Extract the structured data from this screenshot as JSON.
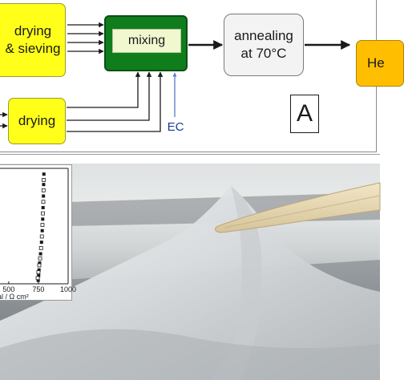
{
  "panel_a": {
    "boxes": {
      "drying_sieving": "drying\n& sieving",
      "drying": "drying",
      "mixing": "mixing",
      "annealing": "annealing\nat 70°C",
      "hot_partial": "He"
    },
    "ec_label": "EC",
    "panel_label": "A",
    "colors": {
      "yellow": "#ffff1a",
      "mixing_green": "#0f7d1c",
      "annealing_gray": "#f3f3f3",
      "orange": "#ffbf00",
      "ec_blue": "#1a3a9a"
    }
  },
  "chart_data": {
    "type": "scatter",
    "title": "",
    "xlabel": "al / Ω cm²",
    "ylabel": "",
    "xlim": [
      420,
      1000
    ],
    "ylim": [
      0,
      1
    ],
    "x_tick_labels": [
      "500",
      "750",
      "1000"
    ],
    "x_ticks": [
      500,
      750,
      1000
    ],
    "series": [
      {
        "marker": "filled-square",
        "points": [
          [
            748,
            0.03
          ],
          [
            752,
            0.07
          ],
          [
            755,
            0.12
          ],
          [
            760,
            0.18
          ],
          [
            768,
            0.26
          ],
          [
            776,
            0.36
          ],
          [
            782,
            0.46
          ],
          [
            786,
            0.56
          ],
          [
            789,
            0.66
          ],
          [
            792,
            0.76
          ],
          [
            794,
            0.86
          ],
          [
            796,
            0.95
          ]
        ]
      },
      {
        "marker": "open-square",
        "points": [
          [
            744,
            0.05
          ],
          [
            750,
            0.1
          ],
          [
            757,
            0.16
          ],
          [
            764,
            0.22
          ],
          [
            772,
            0.31
          ],
          [
            779,
            0.41
          ],
          [
            784,
            0.51
          ],
          [
            788,
            0.61
          ],
          [
            791,
            0.71
          ],
          [
            793,
            0.81
          ],
          [
            795,
            0.9
          ]
        ]
      }
    ]
  }
}
